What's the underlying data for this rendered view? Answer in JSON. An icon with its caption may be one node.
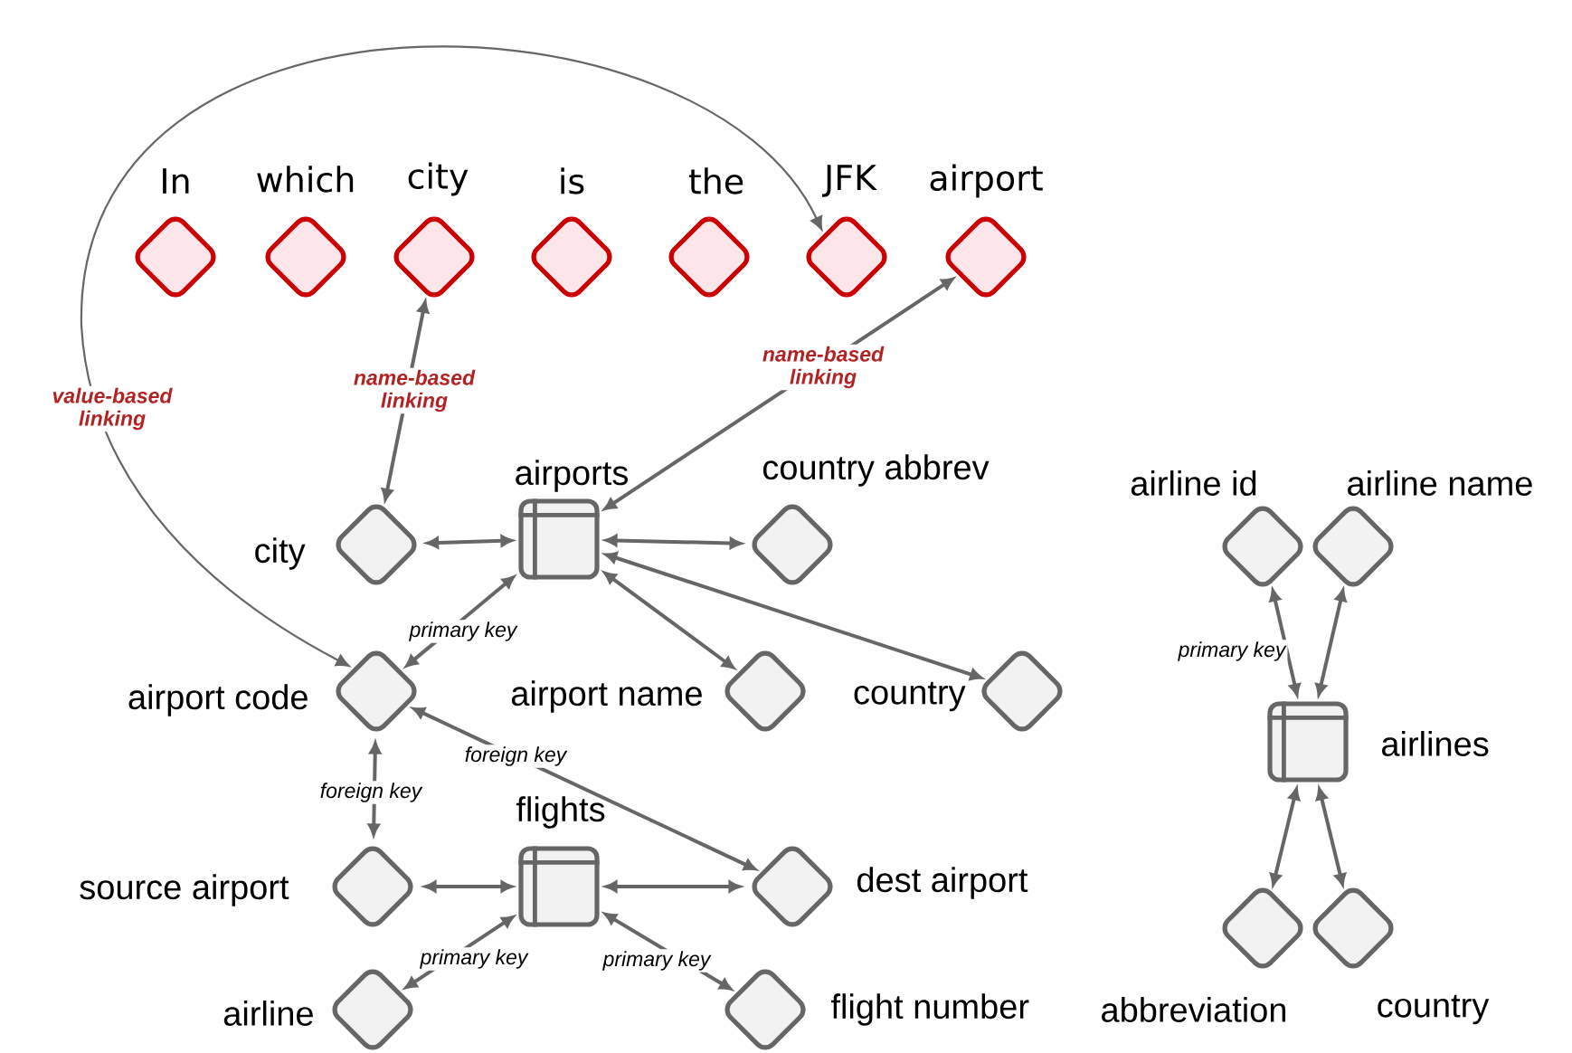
{
  "diagram": {
    "nodes": [
      {
        "text": [
          "In"
        ]
      },
      {
        "text": [
          "which"
        ]
      },
      {
        "text": [
          "city"
        ]
      },
      {
        "text": [
          "is"
        ]
      },
      {
        "text": [
          "the"
        ]
      },
      {
        "text": [
          "JFK"
        ]
      },
      {
        "text": [
          "airport"
        ]
      },
      {
        "text": [
          "city"
        ]
      },
      {
        "text": [
          "airports"
        ]
      },
      {
        "text": [
          "country abbrev"
        ]
      },
      {
        "text": [
          "airport code"
        ]
      },
      {
        "text": [
          "airport name"
        ]
      },
      {
        "text": [
          "country"
        ]
      },
      {
        "text": [
          "source airport"
        ]
      },
      {
        "text": [
          "flights"
        ]
      },
      {
        "text": [
          "dest airport"
        ]
      },
      {
        "text": [
          "airline"
        ]
      },
      {
        "text": [
          "flight number"
        ]
      },
      {
        "text": [
          "airline id"
        ]
      },
      {
        "text": [
          "airline name"
        ]
      },
      {
        "text": [
          "airlines"
        ]
      },
      {
        "text": [
          "abbreviation"
        ]
      },
      {
        "text": [
          "country"
        ]
      }
    ],
    "edges": [
      {
        "from": 10,
        "to": 5,
        "arrow": "both",
        "label": "value-based linking"
      },
      {
        "from": 7,
        "to": 2,
        "arrow": "both",
        "label": "name-based linking"
      },
      {
        "from": 8,
        "to": 6,
        "arrow": "both",
        "label": "name-based linking"
      },
      {
        "from": 7,
        "to": 8,
        "arrow": "both"
      },
      {
        "from": 8,
        "to": 9,
        "arrow": "both"
      },
      {
        "from": 8,
        "to": 10,
        "arrow": "both",
        "label": "primary key"
      },
      {
        "from": 8,
        "to": 11,
        "arrow": "both"
      },
      {
        "from": 8,
        "to": 12,
        "arrow": "both"
      },
      {
        "from": 10,
        "to": 15,
        "arrow": "both",
        "label": "foreign key"
      },
      {
        "from": 10,
        "to": 13,
        "arrow": "both",
        "label": "foreign key"
      },
      {
        "from": 13,
        "to": 14,
        "arrow": "both"
      },
      {
        "from": 14,
        "to": 15,
        "arrow": "both"
      },
      {
        "from": 14,
        "to": 16,
        "arrow": "both",
        "label": "primary key"
      },
      {
        "from": 14,
        "to": 17,
        "arrow": "both",
        "label": "primary key"
      },
      {
        "from": 18,
        "to": 20,
        "arrow": "both",
        "label": "primary key"
      },
      {
        "from": 19,
        "to": 20,
        "arrow": "both"
      },
      {
        "from": 20,
        "to": 21,
        "arrow": "both"
      },
      {
        "from": 20,
        "to": 22,
        "arrow": "both"
      }
    ]
  }
}
